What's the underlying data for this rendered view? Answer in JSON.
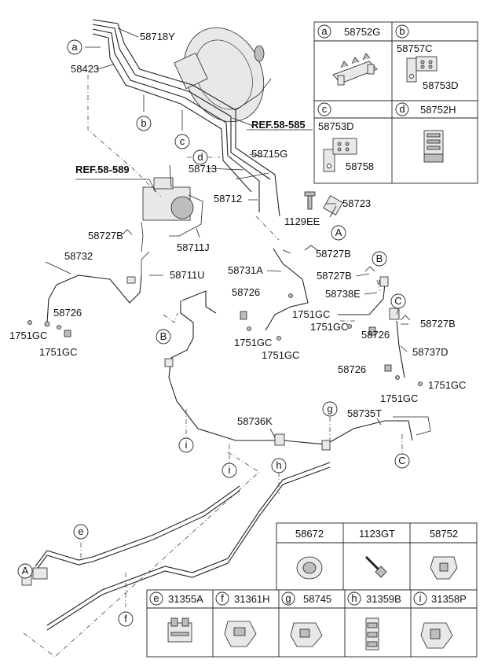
{
  "callouts": {
    "a": "a",
    "b": "b",
    "c": "c",
    "d": "d",
    "e": "e",
    "f": "f",
    "g": "g",
    "h": "h",
    "i": "i",
    "A": "A",
    "B": "B",
    "C": "C"
  },
  "labels": {
    "p58718Y": "58718Y",
    "p58423": "58423",
    "ref58585": "REF.58-585",
    "p58715G": "58715G",
    "p58713": "58713",
    "ref58589": "REF.58-589",
    "p58712": "58712",
    "p58723": "58723",
    "p1129EE": "1129EE",
    "p58727B_1": "58727B",
    "p58711J": "58711J",
    "p58727B_2": "58727B",
    "p58732": "58732",
    "p58711U": "58711U",
    "p58731A": "58731A",
    "p58727B_3": "58727B",
    "p58738E": "58738E",
    "p58726_1": "58726",
    "p1751GC_1": "1751GC",
    "p58726_2": "58726",
    "p1751GC_2": "1751GC",
    "p1751GC_3": "1751GC",
    "p1751GC_4": "1751GC",
    "p1751GC_5": "1751GC",
    "p58727B_4": "58727B",
    "p58726_3": "58726",
    "p58737D": "58737D",
    "p1751GC_6": "1751GC",
    "p58726_4": "58726",
    "p1751GC_7": "1751GC",
    "p1751GC_8": "1751GC",
    "p58736K": "58736K",
    "p58735T": "58735T"
  },
  "top_table": {
    "a_part": "58752G",
    "b_part1": "58757C",
    "b_part2": "58753D",
    "c_part1": "58753D",
    "c_part2": "58758",
    "d_part": "58752H"
  },
  "bottom_table": {
    "top_headers": [
      "58672",
      "1123GT",
      "58752"
    ],
    "bottom_parts": [
      "31355A",
      "31361H",
      "58745",
      "31359B",
      "31358P"
    ],
    "bottom_letters": [
      "e",
      "f",
      "g",
      "h",
      "i"
    ]
  }
}
